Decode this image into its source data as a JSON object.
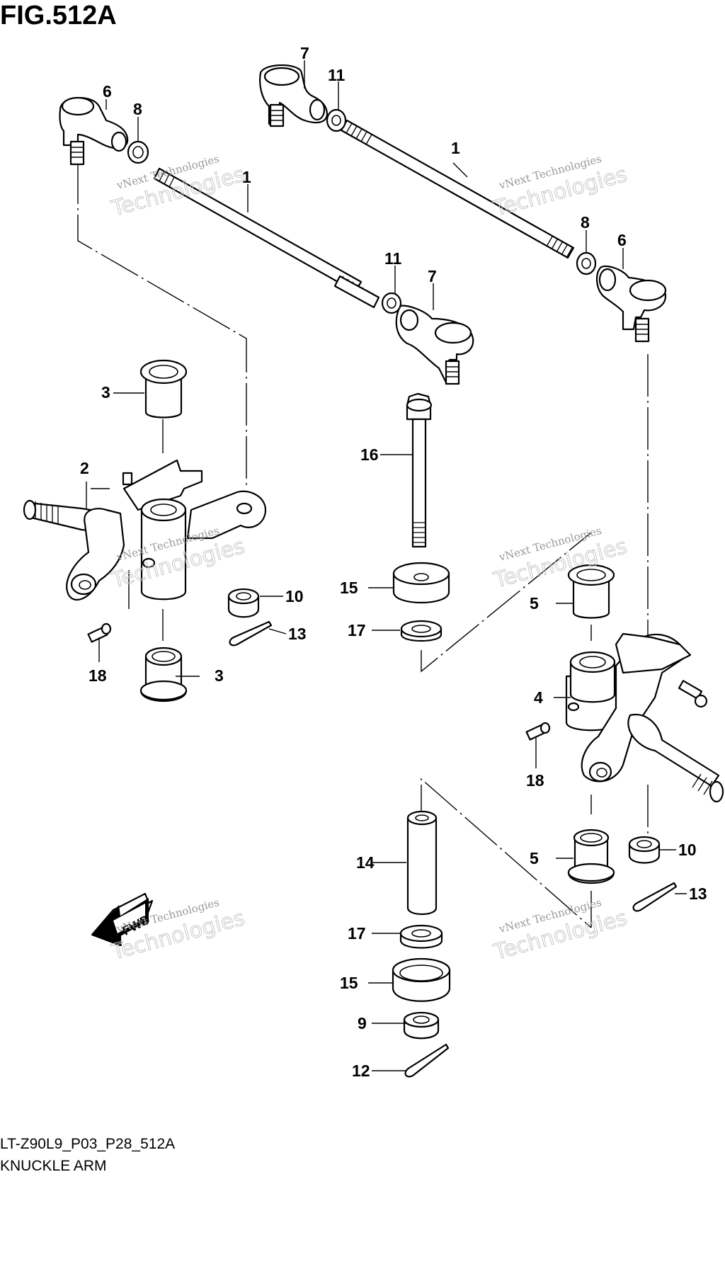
{
  "figure": {
    "title": "FIG.512A",
    "code": "LT-Z90L9_P03_P28_512A",
    "name": "KNUCKLE ARM"
  },
  "watermark": {
    "line1": "vNext Technologies",
    "line2": "Technologies"
  },
  "fwd_label": "FWD",
  "callouts": {
    "c1a": "1",
    "c1b": "1",
    "c2": "2",
    "c3a": "3",
    "c3b": "3",
    "c4": "4",
    "c5a": "5",
    "c5b": "5",
    "c6a": "6",
    "c6b": "6",
    "c7a": "7",
    "c7b": "7",
    "c8a": "8",
    "c8b": "8",
    "c9": "9",
    "c10a": "10",
    "c10b": "10",
    "c11a": "11",
    "c11b": "11",
    "c12": "12",
    "c13a": "13",
    "c13b": "13",
    "c14": "14",
    "c15a": "15",
    "c15b": "15",
    "c16": "16",
    "c17a": "17",
    "c17b": "17",
    "c18a": "18",
    "c18b": "18"
  }
}
